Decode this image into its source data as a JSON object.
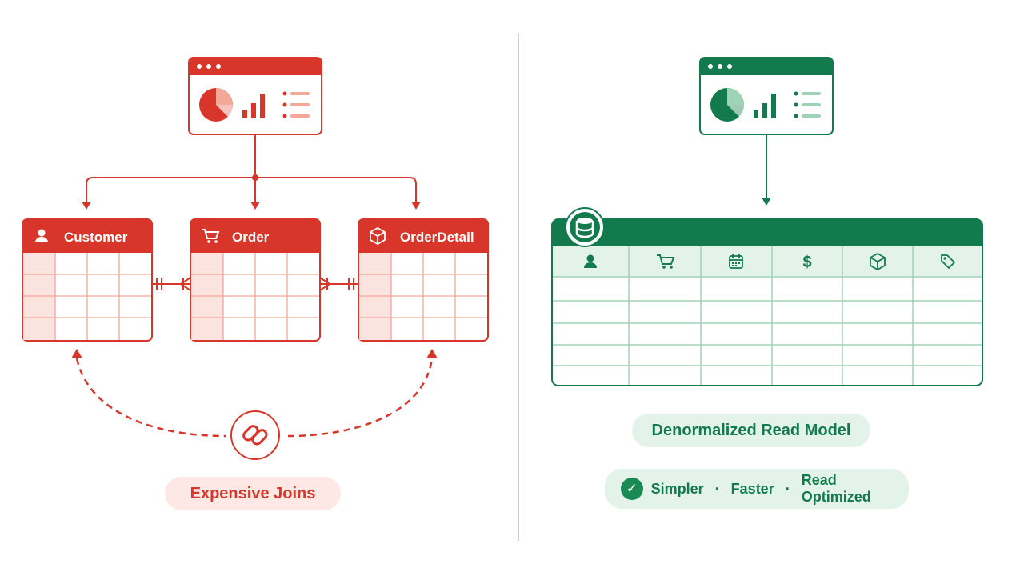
{
  "left": {
    "accent": "#d9362b",
    "tables": [
      {
        "name": "Customer",
        "icon": "user-icon"
      },
      {
        "name": "Order",
        "icon": "cart-icon"
      },
      {
        "name": "OrderDetail",
        "icon": "box-icon"
      }
    ],
    "join_icon": "link-icon",
    "label": "Expensive Joins"
  },
  "right": {
    "accent": "#127a4c",
    "table_icon": "database-icon",
    "columns": [
      "user-icon",
      "cart-icon",
      "calendar-icon",
      "dollar-icon",
      "box-icon",
      "tag-icon"
    ],
    "column_dollar_glyph": "$",
    "label": "Denormalized Read Model",
    "benefits": [
      "Simpler",
      "Faster",
      "Read Optimized"
    ]
  }
}
